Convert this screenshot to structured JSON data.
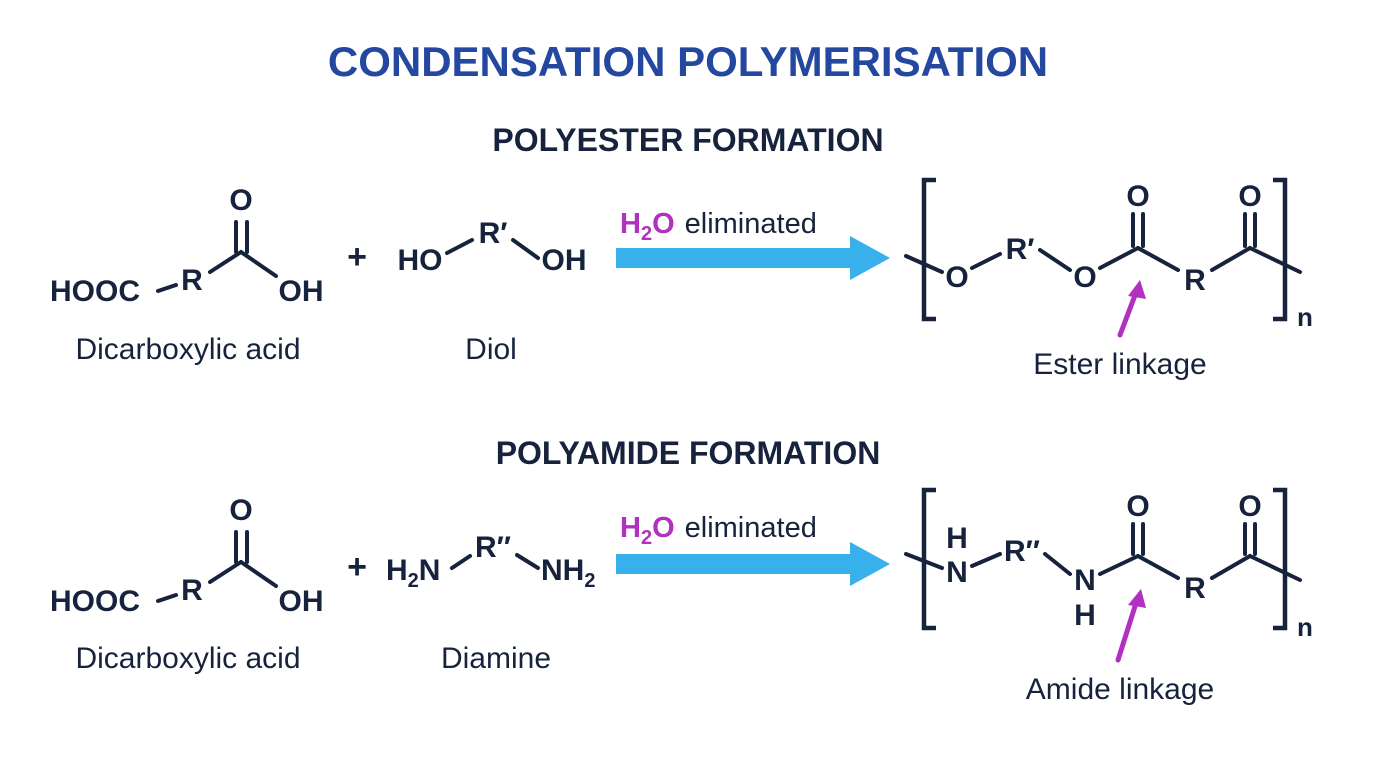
{
  "title": "CONDENSATION POLYMERISATION",
  "colors": {
    "title": "#2448a0",
    "text": "#17233d",
    "arrow": "#38b0ec",
    "water": "#b12fc1",
    "pointer": "#b12fc1"
  },
  "polyester": {
    "heading": "POLYESTER FORMATION",
    "acid": {
      "carbonyl_o": "O",
      "hooc": "HOOC",
      "r": "R",
      "oh": "OH",
      "label": "Dicarboxylic acid"
    },
    "plus": "+",
    "diol": {
      "ho": "HO",
      "r": "R′",
      "oh": "OH",
      "label": "Diol"
    },
    "eliminated": {
      "h": "H",
      "sub": "2",
      "o": "O",
      "text": "eliminated"
    },
    "product": {
      "o1": "O",
      "r1": "R′",
      "o2": "O",
      "carbonyl_o1": "O",
      "r2": "R",
      "carbonyl_o2": "O",
      "n": "n",
      "linkage_label": "Ester linkage"
    }
  },
  "polyamide": {
    "heading": "POLYAMIDE FORMATION",
    "acid": {
      "carbonyl_o": "O",
      "hooc": "HOOC",
      "r": "R",
      "oh": "OH",
      "label": "Dicarboxylic acid"
    },
    "plus": "+",
    "diamine": {
      "h2n_h": "H",
      "h2n_sub": "2",
      "h2n_n": "N",
      "r": "R″",
      "nh2_nh": "NH",
      "nh2_sub": "2",
      "label": "Diamine"
    },
    "eliminated": {
      "h": "H",
      "sub": "2",
      "o": "O",
      "text": "eliminated"
    },
    "product": {
      "h1": "H",
      "n1": "N",
      "r1": "R″",
      "n2": "N",
      "h2": "H",
      "carbonyl_o1": "O",
      "r2": "R",
      "carbonyl_o2": "O",
      "n": "n",
      "linkage_label": "Amide linkage"
    }
  }
}
